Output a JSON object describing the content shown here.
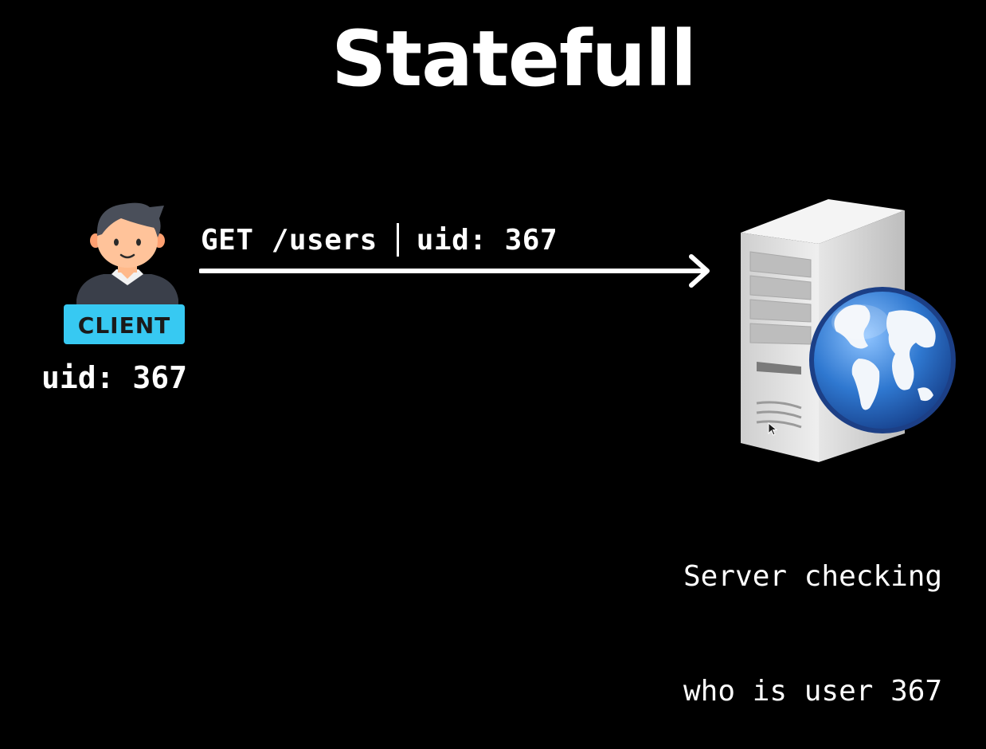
{
  "title": "Statefull",
  "request": {
    "method_path": "GET /users",
    "uid_text": "uid: 367"
  },
  "client": {
    "badge_label": "CLIENT",
    "uid_text": "uid: 367"
  },
  "server": {
    "caption_line1": "Server checking",
    "caption_line2": "who is user 367"
  },
  "colors": {
    "background": "#000000",
    "text": "#ffffff",
    "badge": "#37c9f2",
    "globe_ocean": "#2f78d0",
    "server_body": "#d9d9d9"
  },
  "icons": {
    "client": "person-avatar-icon",
    "server": "server-tower-globe-icon",
    "arrow": "right-arrow",
    "cursor": "mouse-cursor-icon"
  }
}
